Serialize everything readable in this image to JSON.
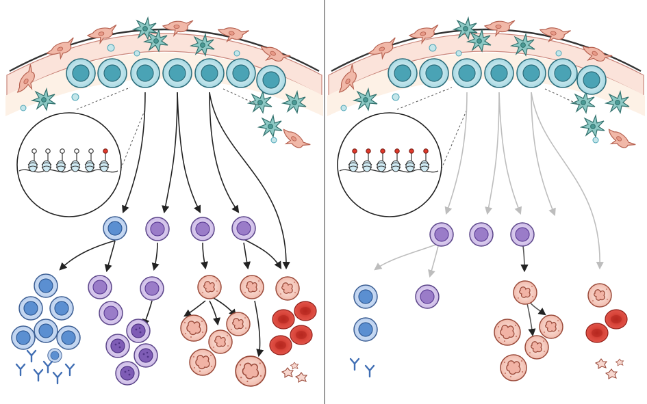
{
  "figure": {
    "panels": [
      {
        "id": "left",
        "methylation_marks": [
          "unmethylated",
          "unmethylated",
          "unmethylated",
          "unmethylated",
          "unmethylated",
          "methylated"
        ],
        "arrow_style": "dark",
        "lineage_output": "full"
      },
      {
        "id": "right",
        "methylation_marks": [
          "methylated",
          "methylated",
          "methylated",
          "methylated",
          "methylated",
          "methylated"
        ],
        "arrow_style": "faded",
        "lineage_output": "skewed"
      }
    ],
    "legend_colors": {
      "stem_cell": "#4aa3b5",
      "lymphoid": "#5b8fd1",
      "plasma_or_mono": "#9a7cc8",
      "granulocyte": "#e8a79a",
      "erythrocyte": "#d9463b",
      "unmethylated_cpg": "#ffffff",
      "methylated_cpg": "#e0392b",
      "arrow_dark": "#222222",
      "arrow_faded": "#bdbdbd"
    }
  }
}
